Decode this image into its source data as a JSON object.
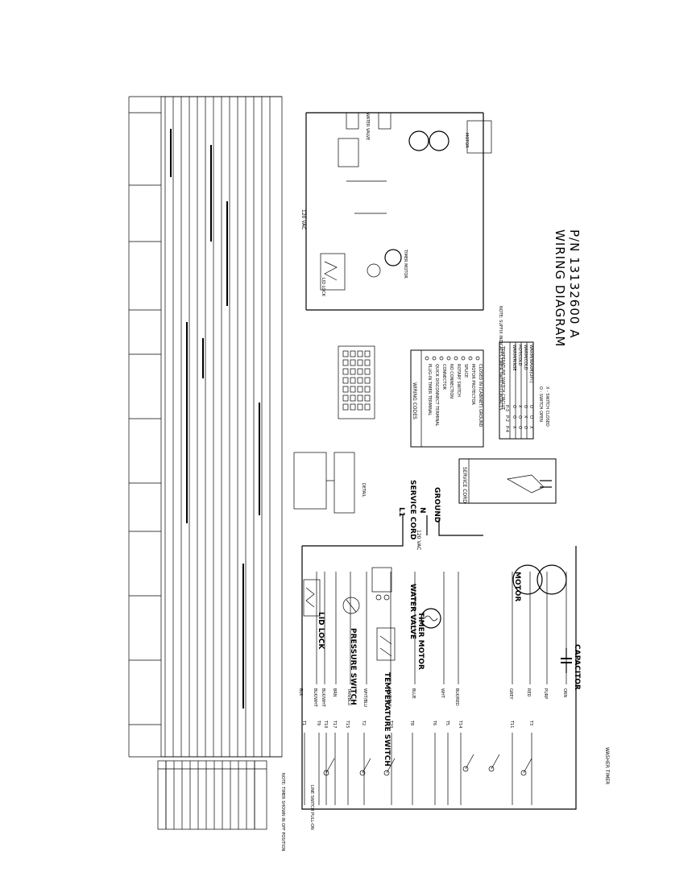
{
  "title_block": {
    "title": "WIRING DIAGRAM",
    "part_number": "P/N 13132600 A"
  },
  "timer": {
    "name": "WASHER TIMER",
    "line_switch": "LINE SWITCH PULL-ON",
    "terminals": [
      "T1",
      "T9",
      "T10",
      "T17",
      "T15",
      "T2",
      "T20",
      "T8",
      "T6",
      "T5",
      "T14",
      "T11",
      "T3"
    ]
  },
  "wire_colors": [
    "BLK",
    "BLK/WHT",
    "BLK/WHT",
    "BRN",
    "TAN/BLU",
    "WHT/BLU",
    "WHT/BLK",
    "BLUE",
    "WHT",
    "BLK/RED",
    "GREY",
    "RED",
    "PURP",
    "ORN"
  ],
  "components": {
    "lid_lock": "LID LOCK",
    "pressure_switch": "PRESSURE SWITCH",
    "temperature_switch": "TEMPERATURE SWITCH",
    "water_valve": "WATER VALVE",
    "timer_motor": "TIMER MOTOR",
    "motor": "MOTOR",
    "capacitor": "CAPACITOR",
    "service_cord": "SERVICE CORD",
    "ground": "GROUND",
    "voltage": "120 VAC"
  },
  "supply": {
    "l1": "L1",
    "n": "N"
  },
  "legend": {
    "title": "WIRING CODES",
    "items": [
      "PLUG-IN TIMER TERMINAL",
      "QUICK DISCONNECT TERMINAL",
      "CONNECTOR",
      "NO CONNECTION",
      "ROTARY SWITCH",
      "SPLICE",
      "MOTOR PROTECTOR",
      "CLOSED IN (CABINET) GROUND"
    ]
  },
  "temp_switch_table": {
    "title": "TEMPERATURE SWITCH CIRCUIT",
    "headers": [
      "",
      "P-3",
      "P-2",
      "P-4"
    ],
    "rows": [
      [
        "WARM/RINSE",
        "O",
        "O",
        "X"
      ],
      [
        "HOT/COLD",
        "X",
        "O",
        "O"
      ],
      [
        "WARM/COLD",
        "O",
        "X",
        "O"
      ],
      [
        "WARM/WARM(OPT)",
        "O",
        "O",
        "X"
      ]
    ],
    "notes": [
      "O - SWITCH OPEN",
      "X - SWITCH CLOSED"
    ]
  },
  "service_cord_box": {
    "title": "SERVICE CORD"
  },
  "schematic_note": "NOTE: SUFFIX INDICATES TIMER SWITCH CONTACTS",
  "timer_chart_note": "NOTE: TIMER SHOWN IN OFF POSITION"
}
